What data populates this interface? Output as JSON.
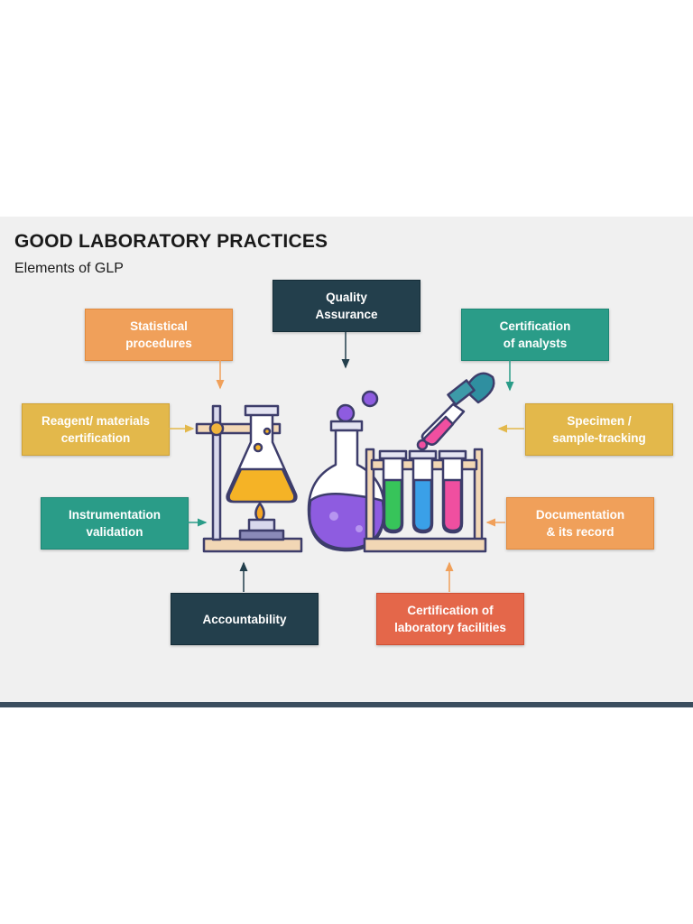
{
  "title": "GOOD LABORATORY PRACTICES",
  "subtitle": "Elements of GLP",
  "elements": {
    "quality_assurance": "Quality\nAssurance",
    "statistical_procedures": "Statistical\nprocedures",
    "certification_of_analysts": "Certification\nof analysts",
    "reagent_materials_certification": "Reagent/ materials\ncertification",
    "specimen_sample_tracking": "Specimen /\nsample-tracking",
    "instrumentation_validation": "Instrumentation\nvalidation",
    "documentation_and_record": "Documentation\n& its record",
    "accountability": "Accountability",
    "certification_of_laboratory_facilities": "Certification of\nlaboratory facilities"
  },
  "colors": {
    "orange": "#f0a05a",
    "yellow": "#e3b84b",
    "teal": "#2a9c88",
    "navy": "#233f4c",
    "red": "#e4674a"
  }
}
